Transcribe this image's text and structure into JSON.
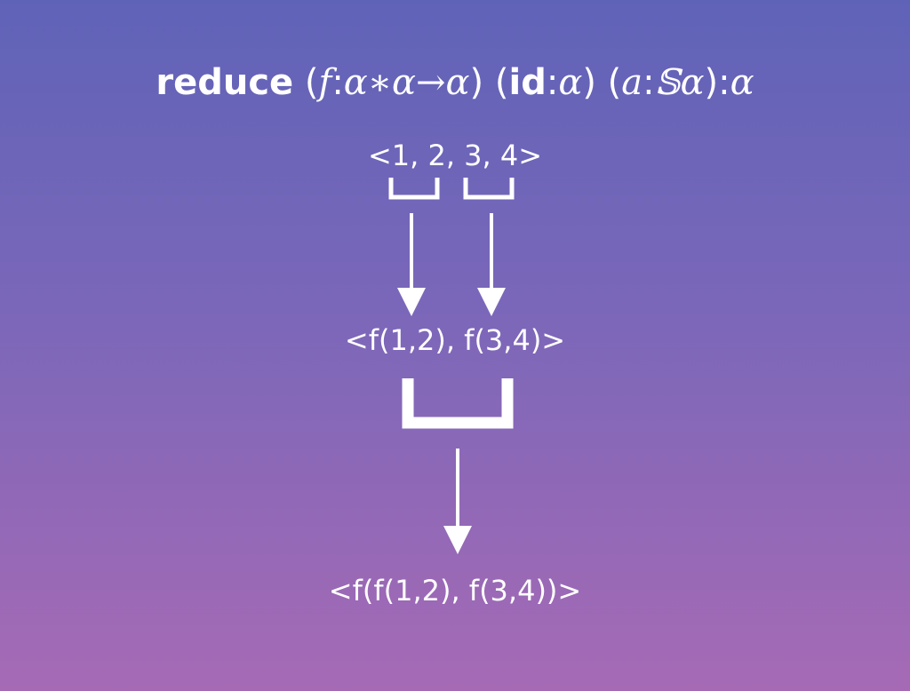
{
  "signature": {
    "keyword": "reduce",
    "param_f": "f",
    "param_f_type": "α∗α→α",
    "param_id": "id",
    "param_id_type": "α",
    "param_a": "a",
    "param_a_type": "𝕊α",
    "return_type": "α"
  },
  "rows": {
    "input": "<1, 2, 3, 4>",
    "step1": "<f(1,2), f(3,4)>",
    "result": "<f(f(1,2), f(3,4))>"
  },
  "colors": {
    "background_top": "#5f63b8",
    "background_bottom": "#a66ab5",
    "foreground": "#ffffff"
  }
}
